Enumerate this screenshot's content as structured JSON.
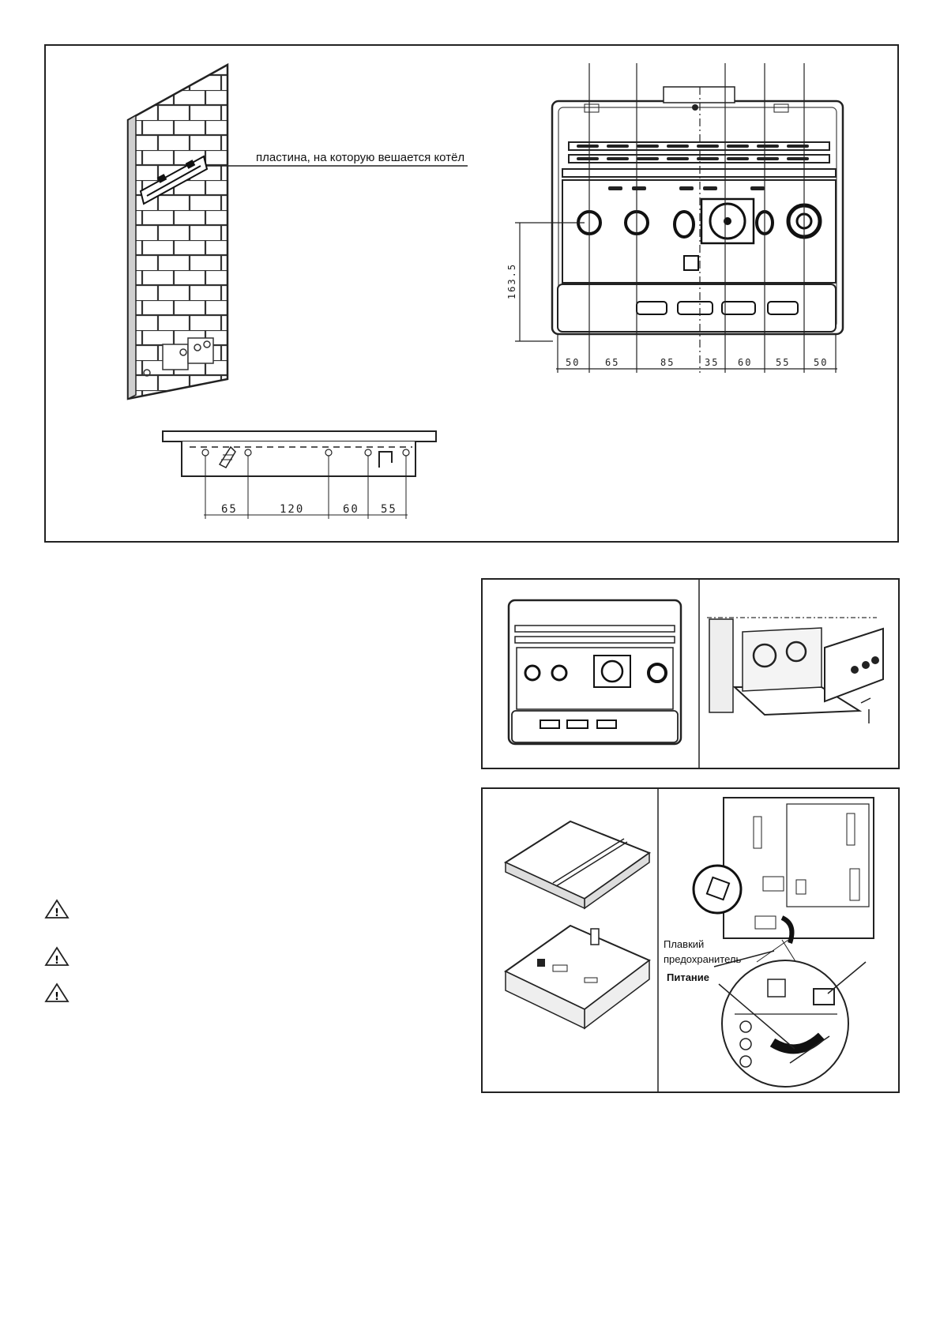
{
  "top_figure": {
    "wall_plate_label": "пластина, на которую вешается котёл",
    "vertical_dimension": "163.5",
    "bottom_dimensions": [
      "50",
      "65",
      "85",
      "35",
      "60",
      "55",
      "50"
    ],
    "plate_dimensions": [
      "65",
      "120",
      "60",
      "55"
    ]
  },
  "electrical_figure": {
    "fuse_label_line1": "Плавкий",
    "fuse_label_line2": "предохранитель",
    "power_label": "Питание"
  },
  "warning_icons": [
    "warning-triangle-icon",
    "warning-triangle-icon",
    "warning-triangle-icon"
  ]
}
